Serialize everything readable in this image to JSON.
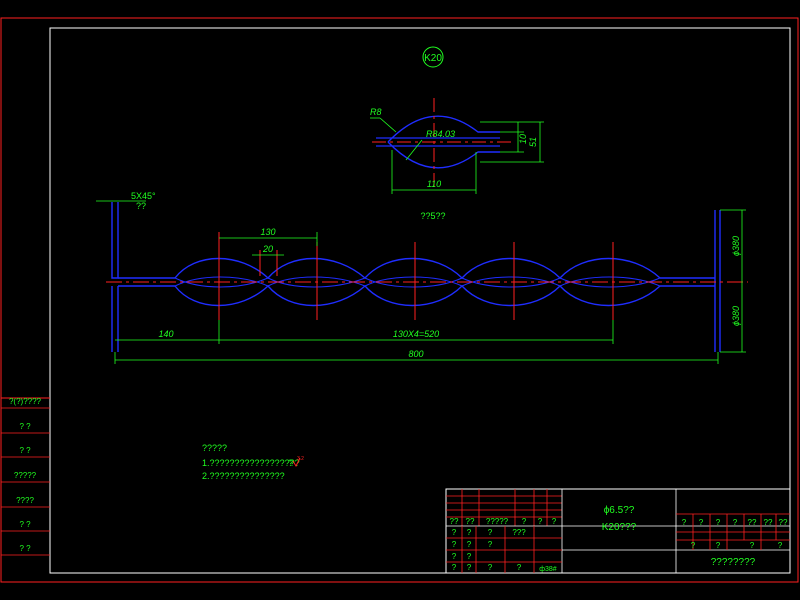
{
  "colors": {
    "background": "#000000",
    "border": "#ff2020",
    "frame": "#ffffff",
    "part": "#1f2dff",
    "dimension": "#20ff20",
    "centerline": "#ff2020",
    "text": "#20ff20"
  },
  "drawing": {
    "circle_label": "K20",
    "top_view": {
      "radius_small": "R8",
      "radius_large": "R84.03",
      "dim_width": "110",
      "dim_height_a": "10",
      "dim_height_b": "51"
    },
    "section_label": "??5??",
    "main_view": {
      "chamfer": "5X45°",
      "chamfer_sub": "??",
      "pitch": "130",
      "gap": "20",
      "offset": "140",
      "pitch_total": "130X4=520",
      "length": "800",
      "dia_top": "ϕ380",
      "dia_bottom": "ϕ380"
    },
    "notes": {
      "title": "?????",
      "line1": "1.??????????????????",
      "line2": "2.???????????????",
      "marker": "?",
      "marker_sup": "3.2"
    }
  },
  "left_column": [
    "?(?)????",
    "?   ?",
    "?   ?",
    "?????",
    "????",
    "?   ?",
    "?   ?"
  ],
  "title_block": {
    "material": "ϕ6.5??",
    "part_name": "K20???",
    "drawing_title": "????????",
    "header_row": [
      "??",
      "??",
      "?????",
      "?",
      "?",
      "?"
    ],
    "left_rows": [
      [
        "?",
        "?",
        "?",
        "???"
      ],
      [
        "?",
        "?",
        "?",
        ""
      ],
      [
        "?",
        "?",
        "",
        ""
      ],
      [
        "?",
        "?",
        "?",
        "?"
      ]
    ],
    "stamp": "ф38#",
    "right_top": [
      "?",
      "?",
      "?",
      "?",
      "??",
      "??",
      "??"
    ],
    "right_mid": [
      "?",
      "?",
      "?",
      "?"
    ]
  }
}
